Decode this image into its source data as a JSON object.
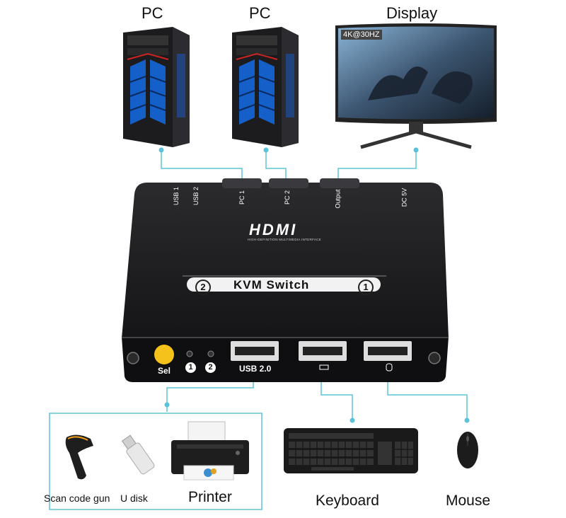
{
  "labels": {
    "pc1": "PC",
    "pc2": "PC",
    "display": "Display",
    "scan_gun": "Scan code gun",
    "u_disk": "U disk",
    "printer": "Printer",
    "keyboard": "Keyboard",
    "mouse": "Mouse"
  },
  "monitor": {
    "resolution_badge": "4K@30HZ"
  },
  "kvm": {
    "brand": "HDMI",
    "brand_sub": "HIGH-DEFINITION MULTIMEDIA INTERFACE",
    "title": "KVM Switch",
    "num_left": "2",
    "num_right": "1",
    "back_ports": [
      "USB 1",
      "USB 2",
      "PC 1",
      "PC 2",
      "Output",
      "DC 5V"
    ],
    "sel_label": "Sel",
    "led1": "1",
    "led2": "2",
    "usb_label": "USB 2.0"
  },
  "colors": {
    "connector_line": "#5bc3d9",
    "body": "#1e1e20",
    "button": "#f4c21a"
  }
}
